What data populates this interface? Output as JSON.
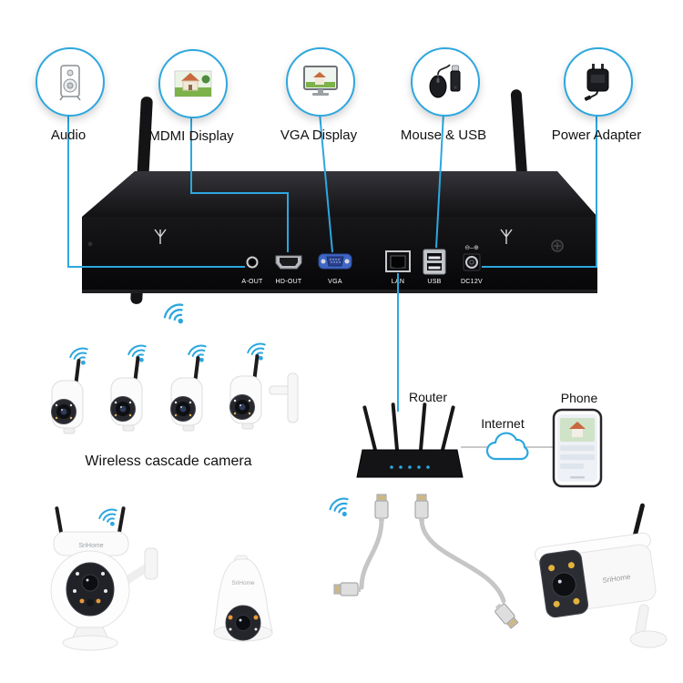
{
  "colors": {
    "accent_blue": "#2da7df",
    "cable_gray": "#c6c6c6",
    "nvr_black": "#0d0d0f",
    "vga_blue": "#3f67c6",
    "led_amber": "#e8953c",
    "text": "#111111"
  },
  "icons": {
    "speaker": "speaker-icon",
    "house_photo": "house-photo-icon",
    "monitor": "vga-monitor-icon",
    "mouse_usb": "mouse-usb-icon",
    "power_adapter": "power-adapter-icon",
    "wifi": "wifi-signal-icon",
    "cloud": "internet-cloud-icon",
    "rj45": "ethernet-plug-icon",
    "antenna": "antenna-icon",
    "polarity": "dc-polarity-icon"
  },
  "callouts": [
    {
      "label": "Audio",
      "connects_to": "A-OUT"
    },
    {
      "label": "MDMI Display",
      "connects_to": "HD-OUT"
    },
    {
      "label": "VGA Display",
      "connects_to": "VGA"
    },
    {
      "label": "Mouse & USB",
      "connects_to": "USB"
    },
    {
      "label": "Power Adapter",
      "connects_to": "DC12V"
    }
  ],
  "nvr": {
    "ports": [
      "A-OUT",
      "HD-OUT",
      "VGA",
      "LAN",
      "USB",
      "DC12V"
    ],
    "polarity": "⊖–⊕"
  },
  "cameras": {
    "cascade_label": "Wireless cascade camera",
    "brand": "SriHome"
  },
  "network": {
    "router_label": "Router",
    "internet_label": "Internet",
    "phone_label": "Phone"
  }
}
